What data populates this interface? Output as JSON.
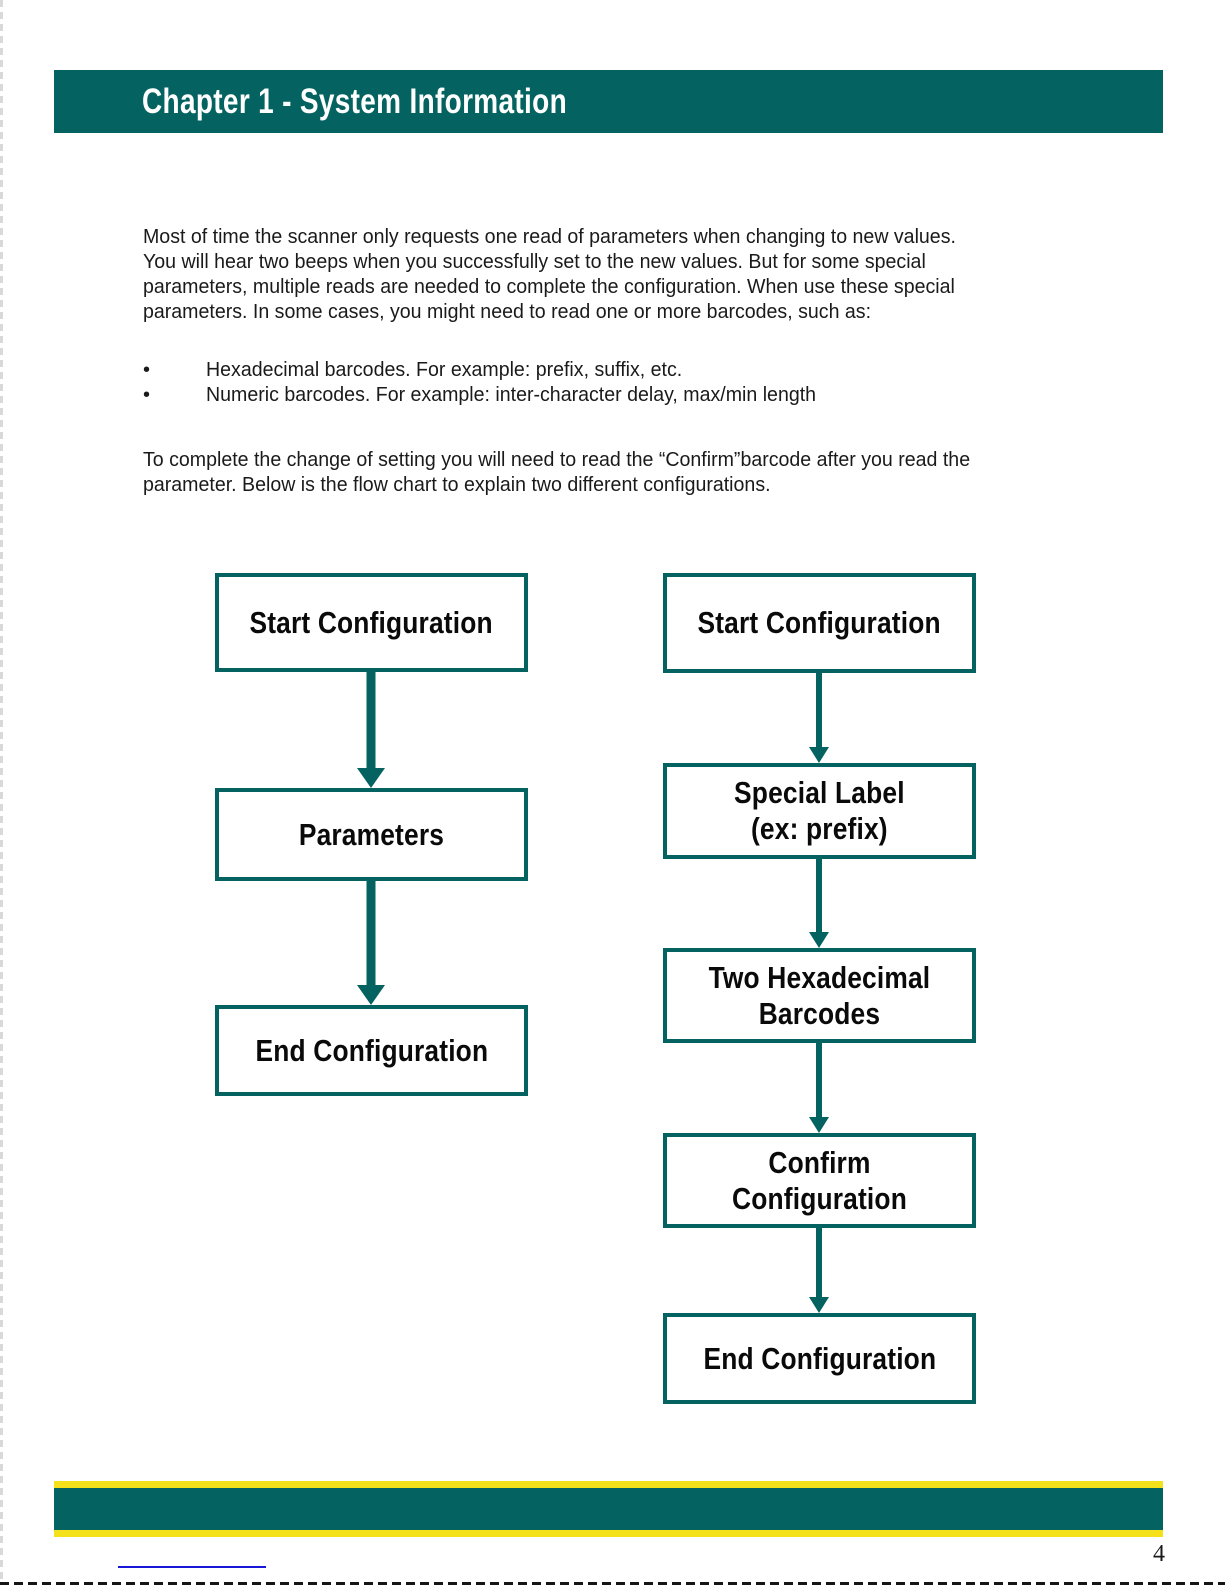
{
  "header": {
    "chapter_title": "Chapter 1 - System Information",
    "banner_color": "#046360",
    "title_color": "#ffffff"
  },
  "content": {
    "intro_paragraph": [
      "Most of time the scanner only requests one read of parameters when changing to new values.",
      "You will hear two beeps when you successfully set to the new values. But for some special",
      "parameters, multiple reads are needed to complete the configuration. When use these special",
      "parameters. In some cases, you might need to read one or more barcodes, such as:"
    ],
    "bullets": [
      {
        "marker": "•",
        "text": "Hexadecimal barcodes. For example: prefix, suffix, etc."
      },
      {
        "marker": "•",
        "text": "Numeric barcodes. For example: inter-character delay, max/min length"
      }
    ],
    "closing_paragraph": [
      "To complete the change of setting you will need to read the “Confirm”barcode after you read the",
      "parameter. Below is the flow chart to explain two different configurations."
    ]
  },
  "flowchart": {
    "accent_color": "#046360",
    "left_flow": {
      "name": "standard-configuration-flow",
      "nodes": [
        {
          "id": "left-start",
          "label": "Start Configuration"
        },
        {
          "id": "left-parameters",
          "label": "Parameters"
        },
        {
          "id": "left-end",
          "label": "End Configuration"
        }
      ],
      "arrows": [
        {
          "from": "left-start",
          "to": "left-parameters"
        },
        {
          "from": "left-parameters",
          "to": "left-end"
        }
      ]
    },
    "right_flow": {
      "name": "special-parameter-configuration-flow",
      "nodes": [
        {
          "id": "right-start",
          "label": "Start Configuration"
        },
        {
          "id": "right-special-label",
          "label": "Special Label\n(ex: prefix)"
        },
        {
          "id": "right-hex-barcodes",
          "label": "Two Hexadecimal\nBarcodes"
        },
        {
          "id": "right-confirm",
          "label": "Confirm Configuration"
        },
        {
          "id": "right-end",
          "label": "End Configuration"
        }
      ],
      "arrows": [
        {
          "from": "right-start",
          "to": "right-special-label"
        },
        {
          "from": "right-special-label",
          "to": "right-hex-barcodes"
        },
        {
          "from": "right-hex-barcodes",
          "to": "right-confirm"
        },
        {
          "from": "right-confirm",
          "to": "right-end"
        }
      ]
    }
  },
  "footer": {
    "page_number": "4",
    "bar_color": "#046360",
    "rule_color": "#f5e11a",
    "link_color": "#1a18d8"
  }
}
